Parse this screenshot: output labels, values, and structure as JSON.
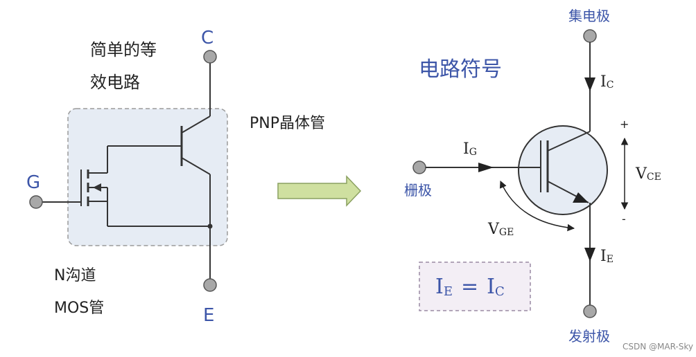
{
  "left": {
    "title_line1": "简单的等",
    "title_line2": "效电路",
    "terminal_c": "C",
    "terminal_g": "G",
    "terminal_e": "E",
    "pnp_label": "PNP晶体管",
    "mos_line1": "N沟道",
    "mos_line2": "MOS管"
  },
  "right": {
    "symbol_title": "电路符号",
    "collector": "集电极",
    "gate": "栅极",
    "emitter": "发射极",
    "ic_main": "I",
    "ic_sub": "C",
    "ig_main": "I",
    "ig_sub": "G",
    "ie_main": "I",
    "ie_sub": "E",
    "vge_main": "V",
    "vge_sub": "GE",
    "vce_main": "V",
    "vce_sub": "CE",
    "plus": "+",
    "minus": "-",
    "formula": {
      "ie_main": "I",
      "ie_sub": "E",
      "equals": "=",
      "ic_main": "I",
      "ic_sub": "C"
    }
  },
  "watermark": "CSDN @MAR-Sky",
  "colors": {
    "wire": "#333333",
    "terminal_fill": "#a8a8a8",
    "dashed_box_fill": "#e6ecf4",
    "dashed_box_stroke": "#9a9a9a",
    "formula_box_fill": "#f3eef5",
    "formula_box_stroke": "#9a8aa4",
    "arrow_fill": "#cfe0a0",
    "arrow_stroke": "#8aa060",
    "blue_text": "#3c55a8",
    "black_text": "#222222"
  }
}
